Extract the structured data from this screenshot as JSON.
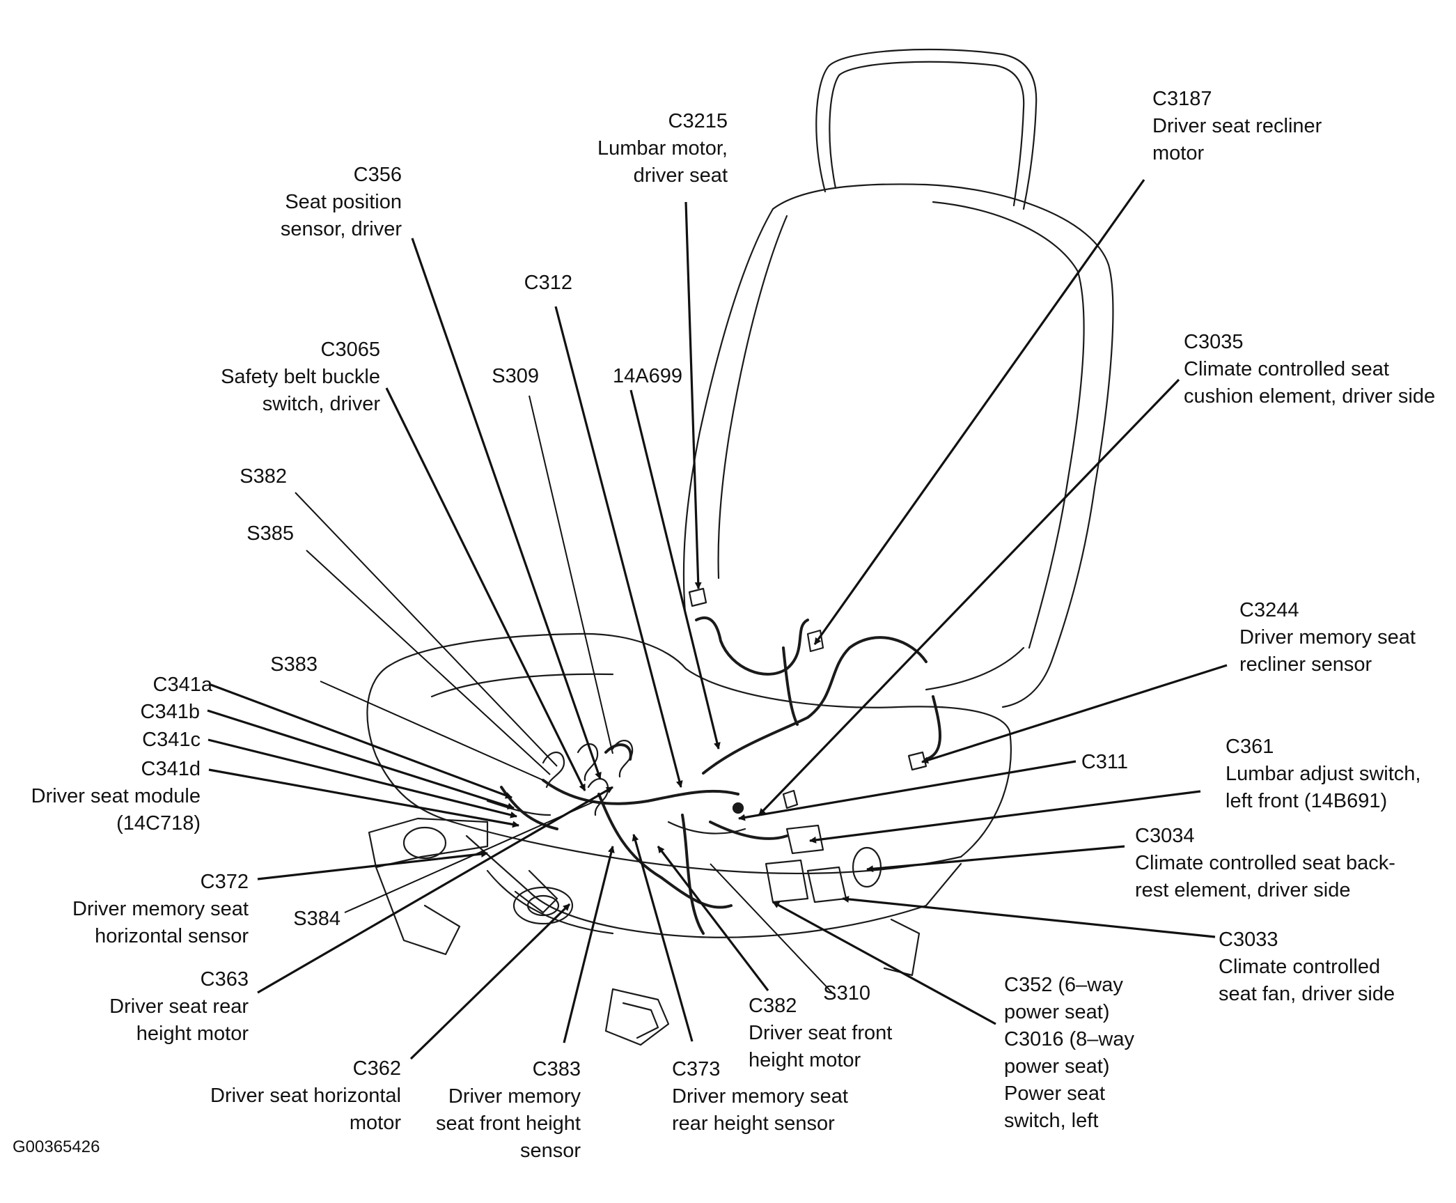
{
  "figure_id": "G00365426",
  "callouts": [
    {
      "id": "c3215",
      "lines": [
        "C3215",
        "Lumbar motor,",
        "driver seat"
      ]
    },
    {
      "id": "c3187",
      "lines": [
        "C3187",
        "Driver seat recliner",
        "motor"
      ]
    },
    {
      "id": "c356",
      "lines": [
        "C356",
        "Seat position",
        "sensor, driver"
      ]
    },
    {
      "id": "c312",
      "lines": [
        "C312"
      ]
    },
    {
      "id": "c3035",
      "lines": [
        "C3035",
        "Climate controlled seat",
        "cushion element, driver side"
      ]
    },
    {
      "id": "c3065",
      "lines": [
        "C3065",
        "Safety belt buckle",
        "switch, driver"
      ]
    },
    {
      "id": "s309",
      "lines": [
        "S309"
      ]
    },
    {
      "id": "14a699",
      "lines": [
        "14A699"
      ]
    },
    {
      "id": "s382",
      "lines": [
        "S382"
      ]
    },
    {
      "id": "s385",
      "lines": [
        "S385"
      ]
    },
    {
      "id": "c3244",
      "lines": [
        "C3244",
        "Driver memory seat",
        "recliner sensor"
      ]
    },
    {
      "id": "s383",
      "lines": [
        "S383"
      ]
    },
    {
      "id": "c341a",
      "lines": [
        "C341a"
      ]
    },
    {
      "id": "c341b",
      "lines": [
        "C341b"
      ]
    },
    {
      "id": "c341c",
      "lines": [
        "C341c"
      ]
    },
    {
      "id": "c341d",
      "lines": [
        "C341d",
        "Driver seat module",
        "(14C718)"
      ]
    },
    {
      "id": "c361",
      "lines": [
        "C361",
        "Lumbar adjust switch,",
        "left front (14B691)"
      ]
    },
    {
      "id": "c311",
      "lines": [
        "C311"
      ]
    },
    {
      "id": "c3034",
      "lines": [
        "C3034",
        "Climate controlled seat back-",
        "rest element, driver side"
      ]
    },
    {
      "id": "c372",
      "lines": [
        "C372",
        "Driver memory seat",
        "horizontal sensor"
      ]
    },
    {
      "id": "s384",
      "lines": [
        "S384"
      ]
    },
    {
      "id": "c3033",
      "lines": [
        "C3033",
        "Climate controlled",
        "seat fan, driver side"
      ]
    },
    {
      "id": "c363",
      "lines": [
        "C363",
        "Driver seat rear",
        "height motor"
      ]
    },
    {
      "id": "c352",
      "lines": [
        "C352 (6–way",
        "power seat)",
        "C3016 (8–way",
        "power seat)",
        "Power seat",
        "switch, left"
      ]
    },
    {
      "id": "s310",
      "lines": [
        "S310"
      ]
    },
    {
      "id": "c382",
      "lines": [
        "C382",
        "Driver seat front",
        "height motor"
      ]
    },
    {
      "id": "c362",
      "lines": [
        "C362",
        "Driver seat horizontal",
        "motor"
      ]
    },
    {
      "id": "c383",
      "lines": [
        "C383",
        "Driver memory",
        "seat front height",
        "sensor"
      ]
    },
    {
      "id": "c373",
      "lines": [
        "C373",
        "Driver memory seat",
        "rear height sensor"
      ]
    }
  ]
}
